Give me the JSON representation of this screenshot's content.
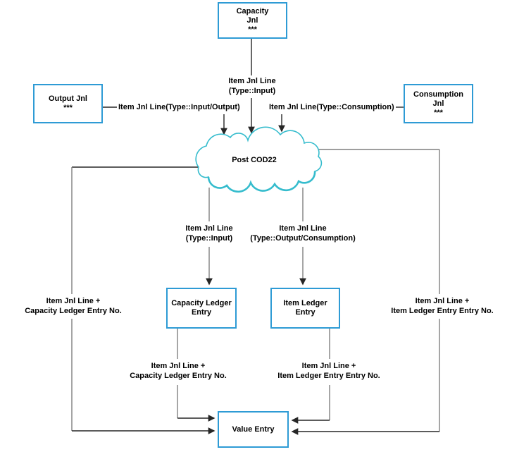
{
  "cloud": {
    "label": "Post COD22"
  },
  "boxes": {
    "capacity_jnl": {
      "lines": [
        "Capacity",
        "Jnl",
        "***"
      ]
    },
    "output_jnl": {
      "lines": [
        "Output Jnl",
        "***"
      ]
    },
    "consumption_jnl": {
      "lines": [
        "Consumption",
        "Jnl",
        "***"
      ]
    },
    "capacity_ledger_entry": {
      "lines": [
        "Capacity Ledger",
        "Entry"
      ]
    },
    "item_ledger_entry": {
      "lines": [
        "Item Ledger",
        "Entry"
      ]
    },
    "value_entry": {
      "lines": [
        "Value Entry"
      ]
    }
  },
  "edge_labels": {
    "capacity_to_cloud": {
      "lines": [
        "Item Jnl Line",
        "(Type::Input)"
      ]
    },
    "output_to_cloud": {
      "text": "Item Jnl Line(Type::Input/Output)"
    },
    "consumption_to_cloud": {
      "text": "Item Jnl Line(Type::Consumption)"
    },
    "cloud_to_capacity_ledger": {
      "lines": [
        "Item Jnl Line",
        "(Type::Input)"
      ]
    },
    "cloud_to_item_ledger": {
      "lines": [
        "Item Jnl Line",
        "(Type::Output/Consumption)"
      ]
    },
    "cloud_to_value_left": {
      "lines": [
        "Item Jnl Line +",
        "Capacity Ledger Entry No."
      ]
    },
    "cloud_to_value_right": {
      "lines": [
        "Item Jnl Line +",
        "Item Ledger Entry Entry No."
      ]
    },
    "capacity_ledger_to_value": {
      "lines": [
        "Item Jnl Line +",
        "Capacity Ledger Entry No."
      ]
    },
    "item_ledger_to_value": {
      "lines": [
        "Item Jnl Line +",
        "Item Ledger Entry Entry No."
      ]
    }
  },
  "colors": {
    "box_border": "#2e9bd5",
    "cloud_stroke": "#35bccd",
    "line_gray": "#7f7f7f",
    "line_dark": "#262626",
    "text": "#000000"
  }
}
